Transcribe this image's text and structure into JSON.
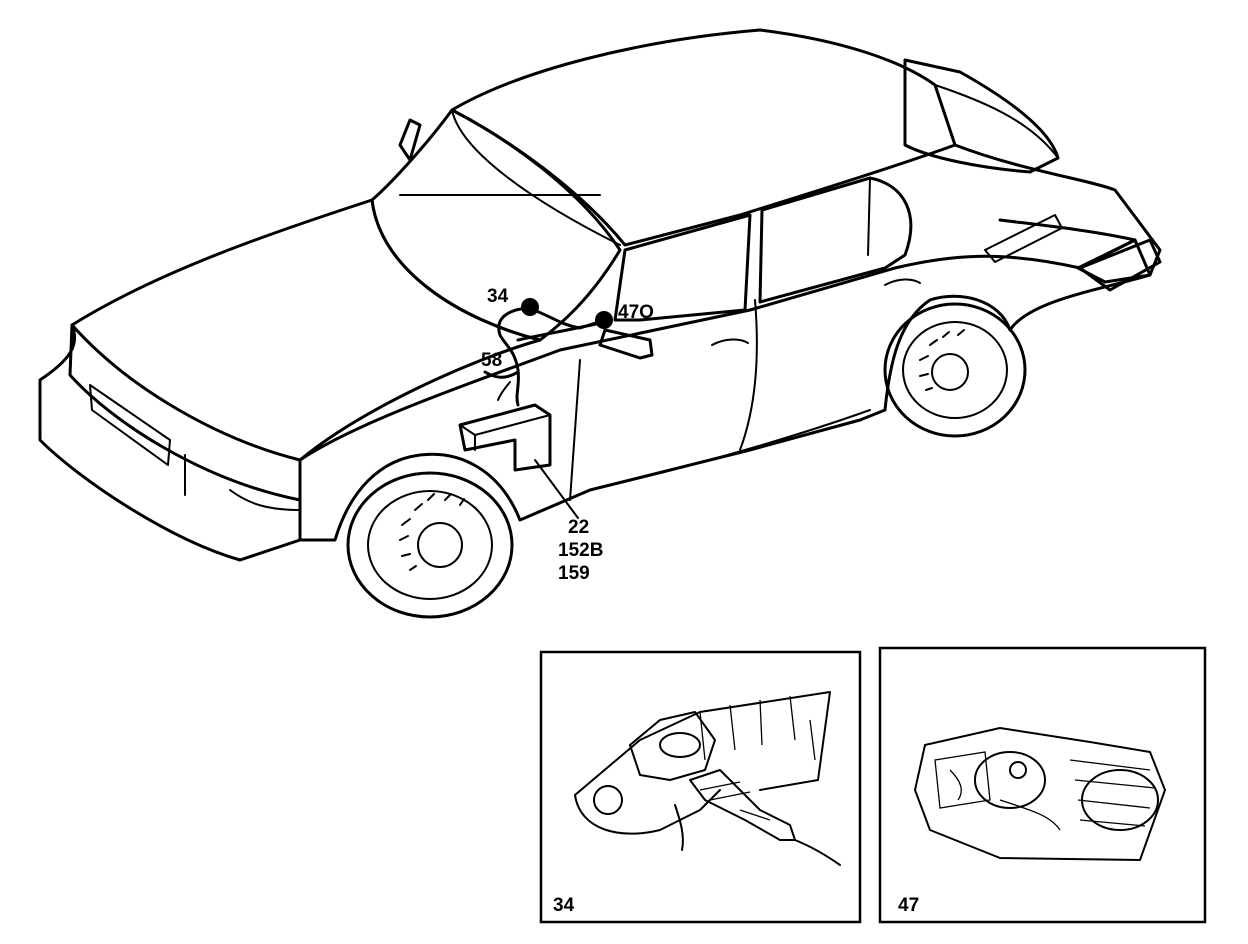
{
  "callouts": {
    "ignition_switch": "34",
    "ignition_wire": "58",
    "instrument_panel": "47O",
    "fuse_box_a": "22",
    "fuse_box_b": "152B",
    "fuse_box_c": "159"
  },
  "insets": {
    "left_label": "34",
    "right_label": "47"
  }
}
